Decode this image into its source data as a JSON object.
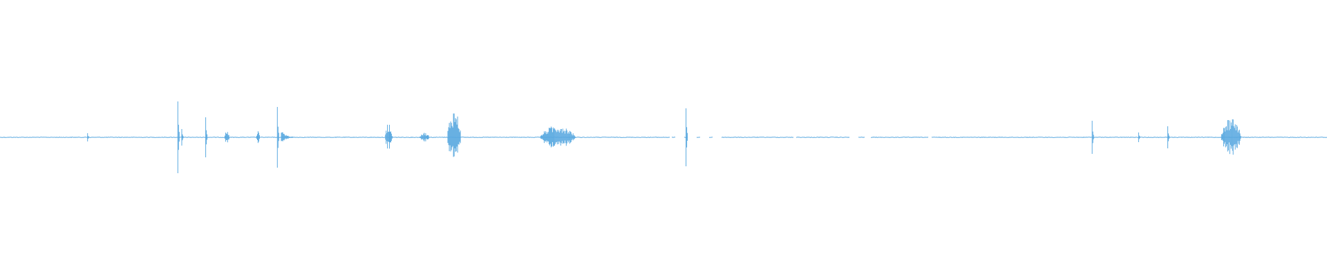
{
  "waveform": {
    "color": "#5aa9e0",
    "background": "#ffffff",
    "amplitude_range": [
      -1,
      1
    ],
    "time_range": [
      0,
      1
    ],
    "baseline_gaps": [
      [
        0.505,
        0.516
      ],
      [
        0.518,
        0.544
      ],
      [
        0.598,
        0.6
      ],
      [
        0.64,
        0.648
      ],
      [
        0.652,
        0.656
      ],
      [
        0.7,
        0.702
      ]
    ],
    "bursts": [
      {
        "time": 0.066,
        "amplitude": 0.06,
        "kind": "spike"
      },
      {
        "time": 0.134,
        "amplitude": 0.52,
        "kind": "spike"
      },
      {
        "time": 0.137,
        "amplitude": 0.12,
        "kind": "spike"
      },
      {
        "time": 0.155,
        "amplitude": 0.29,
        "kind": "spike"
      },
      {
        "time": 0.169,
        "amplitude": 0.09,
        "kind": "cluster",
        "duration": 0.004
      },
      {
        "time": 0.193,
        "amplitude": 0.09,
        "kind": "cluster",
        "duration": 0.003
      },
      {
        "time": 0.209,
        "amplitude": 0.44,
        "kind": "spike"
      },
      {
        "time": 0.212,
        "amplitude": 0.12,
        "kind": "decay",
        "duration": 0.01
      },
      {
        "time": 0.29,
        "amplitude": 0.21,
        "kind": "cluster",
        "duration": 0.006
      },
      {
        "time": 0.316,
        "amplitude": 0.07,
        "kind": "cluster",
        "duration": 0.008
      },
      {
        "time": 0.337,
        "amplitude": 0.41,
        "kind": "cluster",
        "duration": 0.011
      },
      {
        "time": 0.407,
        "amplitude": 0.18,
        "kind": "cluster",
        "duration": 0.028
      },
      {
        "time": 0.517,
        "amplitude": 0.42,
        "kind": "spike"
      },
      {
        "time": 0.823,
        "amplitude": 0.24,
        "kind": "spike"
      },
      {
        "time": 0.858,
        "amplitude": 0.07,
        "kind": "spike"
      },
      {
        "time": 0.88,
        "amplitude": 0.16,
        "kind": "spike"
      },
      {
        "time": 0.92,
        "amplitude": 0.3,
        "kind": "cluster",
        "duration": 0.016
      }
    ]
  }
}
